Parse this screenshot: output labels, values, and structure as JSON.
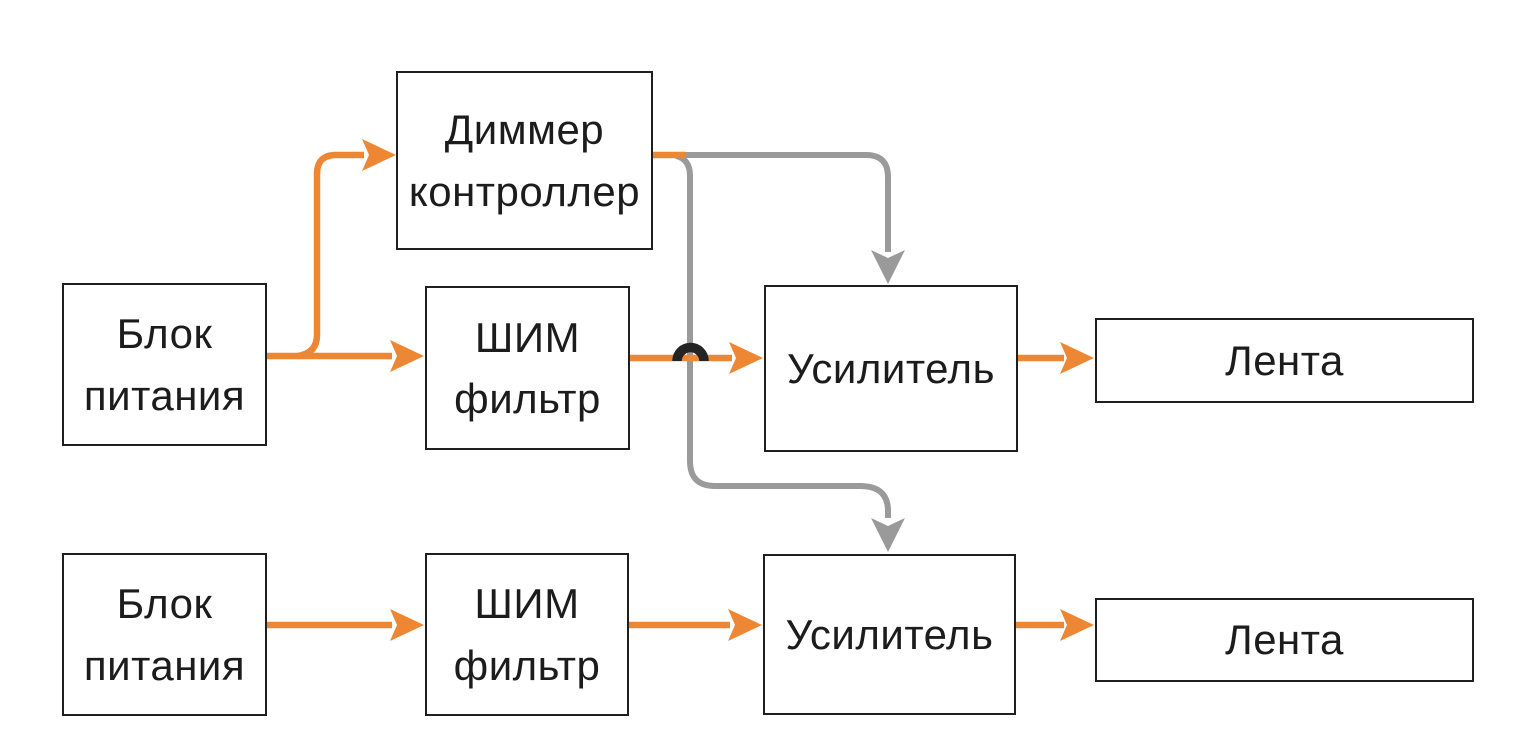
{
  "diagram": {
    "title": "LED strip dimmer wiring block diagram",
    "background_color": "#ffffff",
    "colors": {
      "power_line": "#ee8733",
      "control_line": "#9a9a9a",
      "crossover_arc": "#242424",
      "box_border": "#1f1f1f",
      "text": "#1c1c1c"
    },
    "nodes": {
      "dimmer_controller": {
        "label": "Диммер\nконтроллер"
      },
      "power_supply_1": {
        "label": "Блок\nпитания"
      },
      "pwm_filter_1": {
        "label": "ШИМ\nфильтр"
      },
      "amplifier_1": {
        "label": "Усилитель"
      },
      "strip_1": {
        "label": "Лента"
      },
      "power_supply_2": {
        "label": "Блок\nпитания"
      },
      "pwm_filter_2": {
        "label": "ШИМ\nфильтр"
      },
      "amplifier_2": {
        "label": "Усилитель"
      },
      "strip_2": {
        "label": "Лента"
      }
    },
    "edges": [
      {
        "from": "power_supply_1",
        "to": "dimmer_controller",
        "type": "power"
      },
      {
        "from": "power_supply_1",
        "to": "pwm_filter_1",
        "type": "power"
      },
      {
        "from": "pwm_filter_1",
        "to": "amplifier_1",
        "type": "power"
      },
      {
        "from": "amplifier_1",
        "to": "strip_1",
        "type": "power"
      },
      {
        "from": "dimmer_controller",
        "to": "amplifier_1",
        "type": "control"
      },
      {
        "from": "dimmer_controller",
        "to": "amplifier_2",
        "type": "control"
      },
      {
        "from": "power_supply_2",
        "to": "pwm_filter_2",
        "type": "power"
      },
      {
        "from": "pwm_filter_2",
        "to": "amplifier_2",
        "type": "power"
      },
      {
        "from": "amplifier_2",
        "to": "strip_2",
        "type": "power"
      }
    ],
    "notes": "Black arc marks the power line hopping over the control line without connection."
  }
}
